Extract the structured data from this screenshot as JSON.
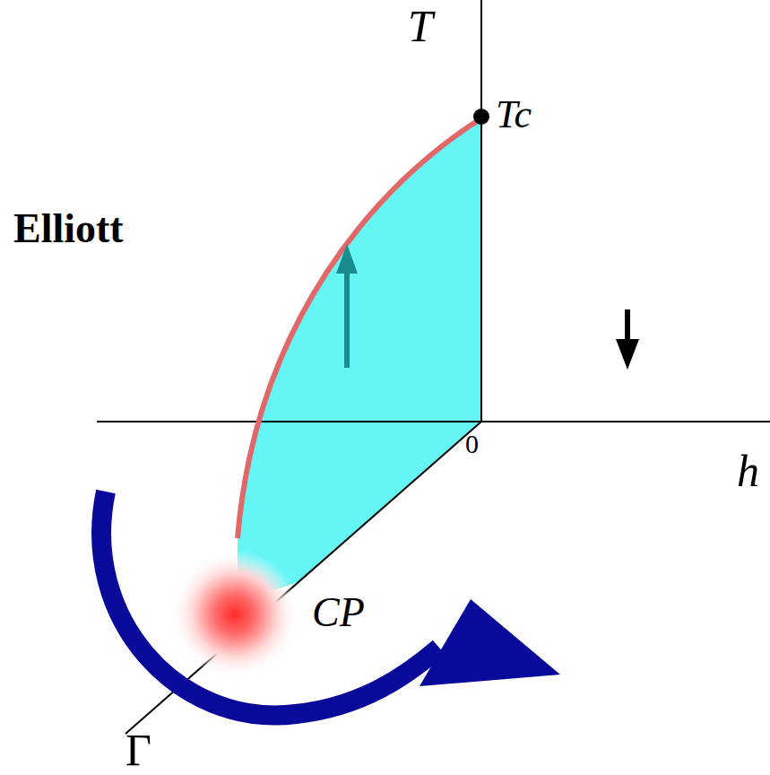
{
  "diagram": {
    "labels": [
      "Elliott",
      "T",
      "Tc",
      "0",
      "h",
      "CP",
      "Γ"
    ]
  }
}
